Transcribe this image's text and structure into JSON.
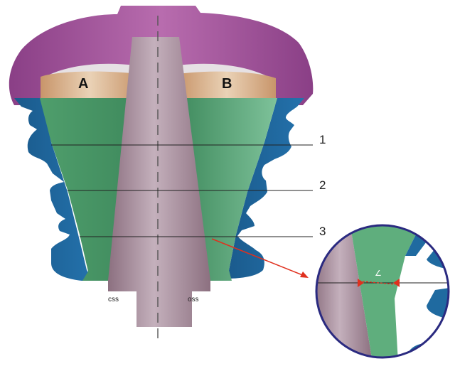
{
  "labels": {
    "region_a": "A",
    "region_b": "B",
    "level_1": "1",
    "level_2": "2",
    "level_3": "3",
    "left_side": "css",
    "right_side": "oss",
    "angle_symbol": "∠"
  },
  "colors": {
    "purple_top": "#a0509a",
    "tan_pad": "#d9b48e",
    "green_body": "#5fae7d",
    "blue_shell": "#1f6aa0",
    "shaft": "#a08896",
    "circle_border": "#2a2a80",
    "arrow": "#e0301e"
  }
}
